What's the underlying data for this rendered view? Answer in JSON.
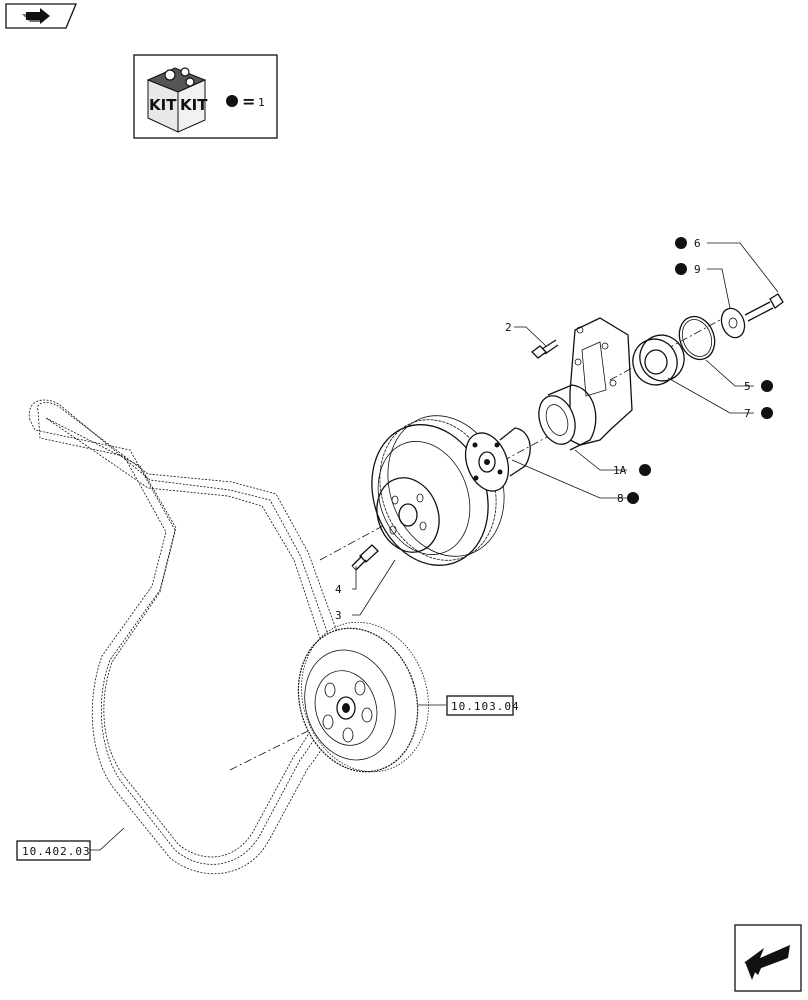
{
  "legend": {
    "kit_word_left": "KIT",
    "kit_word_right": "KIT",
    "equals": "=",
    "kit_number": "1"
  },
  "callouts": {
    "c1a": "1A",
    "c2": "2",
    "c3": "3",
    "c4": "4",
    "c5": "5",
    "c6": "6",
    "c7": "7",
    "c8": "8",
    "c9": "9"
  },
  "references": {
    "crankshaft_damper": "10.103.04",
    "belt": "10.402.03"
  },
  "colors": {
    "ink": "#111111",
    "background": "#ffffff"
  },
  "icons": {
    "top_left": "book-arrow-icon",
    "bottom_right": "next-page-arrow-icon"
  }
}
